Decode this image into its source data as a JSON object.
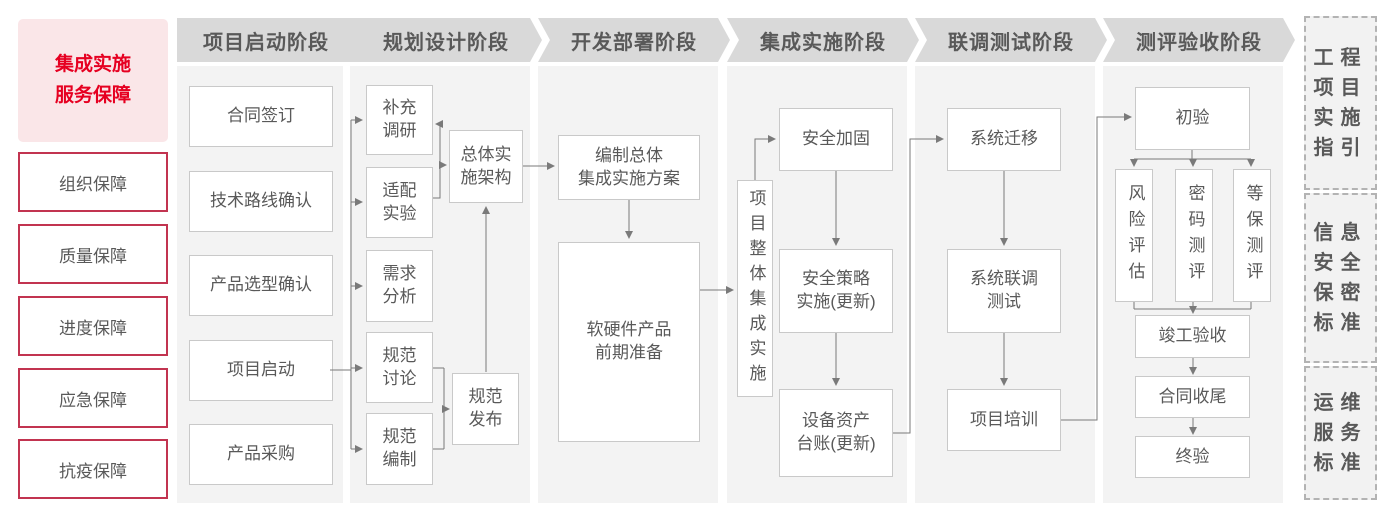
{
  "sidebar": {
    "title": "集成实施\n服务保障",
    "items": [
      "组织保障",
      "质量保障",
      "进度保障",
      "应急保障",
      "抗疫保障"
    ]
  },
  "phase_headers": [
    "项目启动阶段",
    "规划设计阶段",
    "开发部署阶段",
    "集成实施阶段",
    "联调测试阶段",
    "测评验收阶段"
  ],
  "phase1": {
    "boxes": [
      "合同签订",
      "技术路线确认",
      "产品选型确认",
      "项目启动",
      "产品采购"
    ]
  },
  "phase2": {
    "boxes": [
      "补充\n调研",
      "适配\n实验",
      "需求\n分析",
      "规范\n讨论",
      "规范\n编制"
    ],
    "arch": "总体实\n施架构",
    "publish": "规范\n发布"
  },
  "phase3": {
    "plan": "编制总体\n集成实施方案",
    "prep": "软硬件产品\n前期准备"
  },
  "phase4": {
    "overall": "项目整体集成实施",
    "boxes": [
      "安全加固",
      "安全策略\n实施(更新)",
      "设备资产\n台账(更新)"
    ]
  },
  "phase5": {
    "boxes": [
      "系统迁移",
      "系统联调\n测试",
      "项目培训"
    ]
  },
  "phase6": {
    "initial": "初验",
    "evals": [
      "风险评估",
      "密码测评",
      "等保测评"
    ],
    "completion": "竣工验收",
    "contract_close": "合同收尾",
    "final": "终验"
  },
  "standards": [
    "工程项目实施指引",
    "信息安全保密标准",
    "运维服务标准"
  ],
  "colors": {
    "accent_red": "#e60021",
    "border_red": "#c23450",
    "panel_gray": "#f3f3f3",
    "header_gray": "#d9d9d9",
    "text_gray": "#595959",
    "line_gray": "#7a7a7a",
    "pink_bg": "#fae6e8"
  }
}
